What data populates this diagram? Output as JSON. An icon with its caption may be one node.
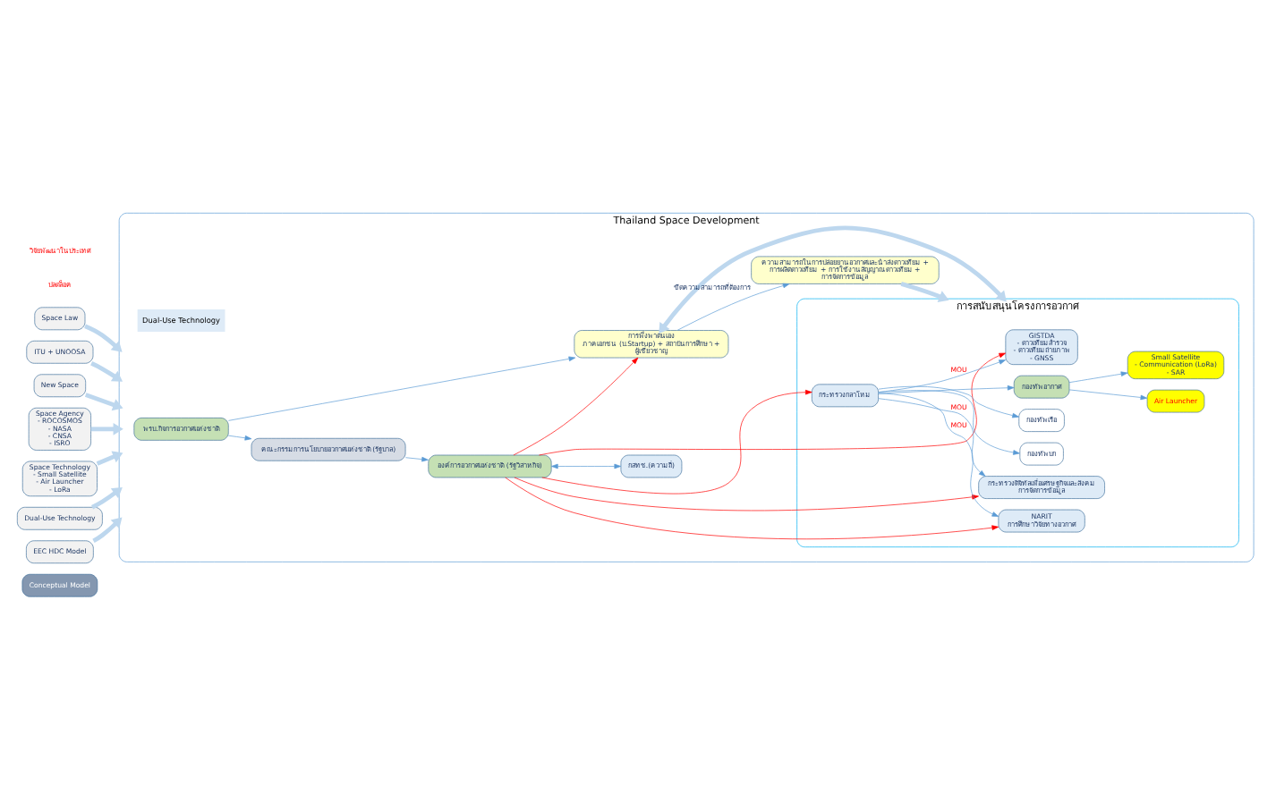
{
  "diagram": {
    "nodes": [
      {
        "text": [
          "Conceptual Model"
        ]
      },
      {
        "text": [
          "Space Law"
        ]
      },
      {
        "text": [
          "ITU + UNOOSA"
        ]
      },
      {
        "text": [
          "New Space"
        ]
      },
      {
        "text": [
          "Space Agency",
          "- ROCOSMOS",
          "- NASA",
          "- CNSA",
          "- ISRO"
        ]
      },
      {
        "text": [
          "Space Technology",
          "- Small Satellite",
          "- Air Launcher",
          "- LoRa"
        ]
      },
      {
        "text": [
          "Dual-Use Technology"
        ]
      },
      {
        "text": [
          "EEC HDC Model"
        ]
      },
      {
        "text": [
          "Thailand Space Development"
        ],
        "beside": [
          "Dual-Use Technology"
        ]
      },
      {
        "text": [
          "พรบ.กิจการอวกาศแห่งชาติ"
        ],
        "in": 8
      },
      {
        "text": [
          "คณะกรรมการนโยบายอวกาศแห่งชาติ (รัฐบาล)"
        ],
        "in": 8
      },
      {
        "text": [
          "องค์การอวกาศแห่งชาติ (รัฐวิสาหกิจ)"
        ],
        "in": 8
      },
      {
        "text": [
          "กสทช.(ความถี่)"
        ],
        "in": 8
      },
      {
        "text": [
          "การพึ่งพาตนเอง",
          "ภาคเอกชน (บ.Startup) + สถาบันการศึกษา + ผู้เชี่ยวชาญ"
        ],
        "in": 8
      },
      {
        "text": [
          "การสนับสนุนโครงการอวกาศ"
        ],
        "in": 8
      },
      {
        "text": [
          "GISTDA",
          "- ดาวเทียมสำรวจ",
          "- ดาวเทียมถ่ายภาพ",
          "- GNSS"
        ],
        "in": 14
      },
      {
        "text": [
          "NARIT",
          "การศึกษาวิจัยทางอวกาศ"
        ],
        "in": 14
      },
      {
        "text": [
          "กระทรวงดิจิทัลเพื่อเศรษฐกิจและสังคม",
          "การจัดการข้อมูล"
        ],
        "in": 14
      },
      {
        "text": [
          "กระทรวงกลาโหม"
        ],
        "in": 14
      },
      {
        "text": [
          "กองทัพบก"
        ],
        "in": 14
      },
      {
        "text": [
          "กองทัพเรือ"
        ],
        "in": 14
      },
      {
        "text": [
          "กองทัพอากาศ"
        ],
        "in": 14
      },
      {
        "text": [
          "Air Launcher"
        ],
        "in": 14
      },
      {
        "text": [
          "Small Satellite",
          "- Communication (LoRa)",
          "- SAR"
        ],
        "in": 14
      },
      {
        "text": [
          "ความสามารถในการปล่อยยานอวกาศและนำส่งดาวเทียม + การผลิตดาวเทียม + การใช้งานสัญญาณดาวเทียม + การจัดการข้อมูล"
        ],
        "in": 8,
        "beside": [
          "ขีดความสามารถที่ต้องการ"
        ]
      }
    ],
    "edges": [
      {
        "from": 1,
        "to": 8,
        "arrow": "to",
        "style": "thick",
        "color": "#bdd7ee"
      },
      {
        "from": 2,
        "to": 8,
        "arrow": "to",
        "style": "thick",
        "color": "#bdd7ee"
      },
      {
        "from": 3,
        "to": 8,
        "arrow": "to",
        "style": "thick",
        "color": "#bdd7ee"
      },
      {
        "from": 4,
        "to": 8,
        "arrow": "to",
        "style": "thick",
        "color": "#bdd7ee"
      },
      {
        "from": 5,
        "to": 8,
        "arrow": "to",
        "style": "thick",
        "color": "#bdd7ee"
      },
      {
        "from": 6,
        "to": 8,
        "arrow": "to",
        "style": "thick",
        "color": "#bdd7ee"
      },
      {
        "from": 7,
        "to": 8,
        "arrow": "to",
        "style": "thick",
        "color": "#bdd7ee"
      },
      {
        "from": 9,
        "to": 10,
        "arrow": "to"
      },
      {
        "from": 9,
        "to": 13,
        "arrow": "to"
      },
      {
        "from": 10,
        "to": 11,
        "arrow": "to"
      },
      {
        "from": 11,
        "to": 12,
        "arrow": "both"
      },
      {
        "from": 11,
        "to": 13,
        "arrow": "to",
        "color": "#ff0000"
      },
      {
        "from": 11,
        "to": 15,
        "arrow": "to",
        "color": "#ff0000"
      },
      {
        "from": 11,
        "to": 16,
        "arrow": "to",
        "color": "#ff0000"
      },
      {
        "from": 11,
        "to": 17,
        "arrow": "to",
        "color": "#ff0000"
      },
      {
        "from": 11,
        "to": 18,
        "arrow": "to",
        "color": "#ff0000"
      },
      {
        "from": 18,
        "to": 15,
        "arrow": "to",
        "label": "MOU"
      },
      {
        "from": 18,
        "to": 16,
        "arrow": "to",
        "label": "MOU"
      },
      {
        "from": 18,
        "to": 17,
        "arrow": "to",
        "label": "MOU"
      },
      {
        "from": 18,
        "to": 19,
        "arrow": "to"
      },
      {
        "from": 18,
        "to": 20,
        "arrow": "to"
      },
      {
        "from": 18,
        "to": 21,
        "arrow": "to"
      },
      {
        "from": 21,
        "to": 22,
        "arrow": "to"
      },
      {
        "from": 21,
        "to": 23,
        "arrow": "to"
      },
      {
        "from": 13,
        "to": 14,
        "arrow": "both",
        "style": "thick",
        "color": "#bdd7ee"
      },
      {
        "from": 13,
        "to": 24,
        "arrow": "to"
      },
      {
        "from": 24,
        "to": 14,
        "arrow": "to",
        "style": "thick",
        "color": "#bdd7ee"
      }
    ],
    "labels": [
      "ปลดล็อค",
      "วิจัยพัฒนาในประเทศ"
    ]
  }
}
